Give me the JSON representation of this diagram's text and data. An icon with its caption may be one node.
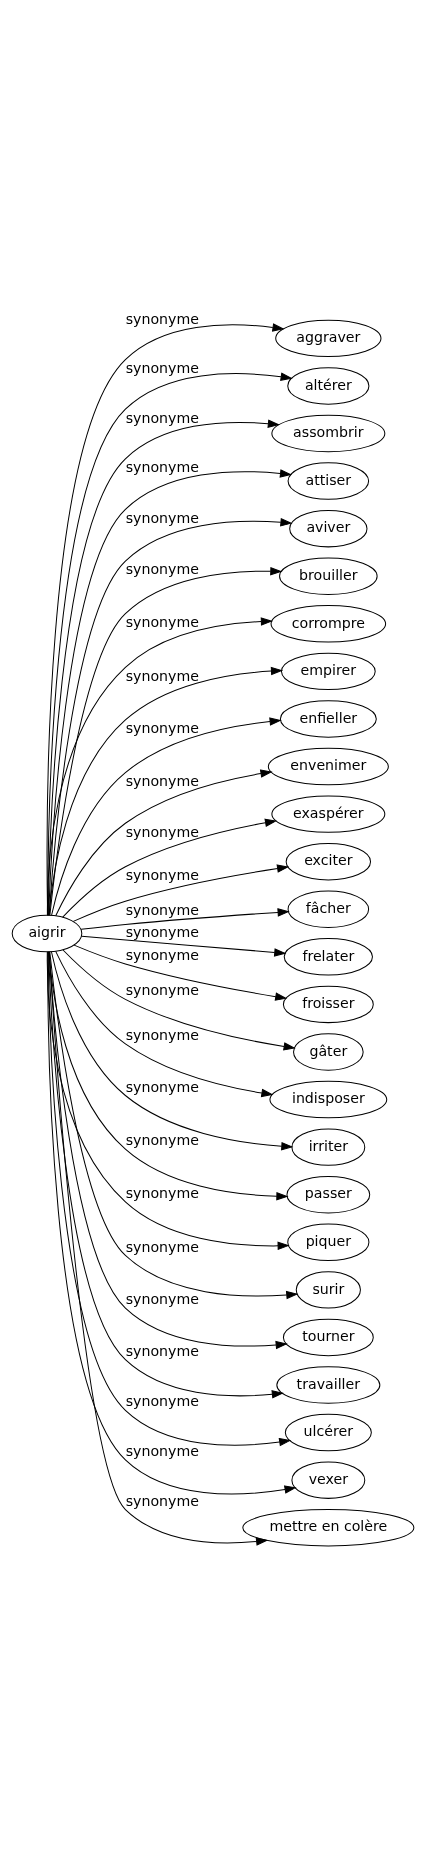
{
  "diagram": {
    "nodes": [
      {
        "text": [
          "aigrir"
        ]
      },
      {
        "text": [
          "aggraver"
        ]
      },
      {
        "text": [
          "altérer"
        ]
      },
      {
        "text": [
          "assombrir"
        ]
      },
      {
        "text": [
          "attiser"
        ]
      },
      {
        "text": [
          "aviver"
        ]
      },
      {
        "text": [
          "brouiller"
        ]
      },
      {
        "text": [
          "corrompre"
        ]
      },
      {
        "text": [
          "empirer"
        ]
      },
      {
        "text": [
          "enfieller"
        ]
      },
      {
        "text": [
          "envenimer"
        ]
      },
      {
        "text": [
          "exaspérer"
        ]
      },
      {
        "text": [
          "exciter"
        ]
      },
      {
        "text": [
          "fâcher"
        ]
      },
      {
        "text": [
          "frelater"
        ]
      },
      {
        "text": [
          "froisser"
        ]
      },
      {
        "text": [
          "gâter"
        ]
      },
      {
        "text": [
          "indisposer"
        ]
      },
      {
        "text": [
          "irriter"
        ]
      },
      {
        "text": [
          "passer"
        ]
      },
      {
        "text": [
          "piquer"
        ]
      },
      {
        "text": [
          "surir"
        ]
      },
      {
        "text": [
          "tourner"
        ]
      },
      {
        "text": [
          "travailler"
        ]
      },
      {
        "text": [
          "ulcérer"
        ]
      },
      {
        "text": [
          "vexer"
        ]
      },
      {
        "text": [
          "mettre en colère"
        ]
      }
    ],
    "edges": [
      {
        "from": 0,
        "to": 1,
        "arrow": "to",
        "label": "synonyme"
      },
      {
        "from": 0,
        "to": 2,
        "arrow": "to",
        "label": "synonyme"
      },
      {
        "from": 0,
        "to": 3,
        "arrow": "to",
        "label": "synonyme"
      },
      {
        "from": 0,
        "to": 4,
        "arrow": "to",
        "label": "synonyme"
      },
      {
        "from": 0,
        "to": 5,
        "arrow": "to",
        "label": "synonyme"
      },
      {
        "from": 0,
        "to": 6,
        "arrow": "to",
        "label": "synonyme"
      },
      {
        "from": 0,
        "to": 7,
        "arrow": "to",
        "label": "synonyme"
      },
      {
        "from": 0,
        "to": 8,
        "arrow": "to",
        "label": "synonyme"
      },
      {
        "from": 0,
        "to": 9,
        "arrow": "to",
        "label": "synonyme"
      },
      {
        "from": 0,
        "to": 10,
        "arrow": "to",
        "label": "synonyme"
      },
      {
        "from": 0,
        "to": 11,
        "arrow": "to",
        "label": "synonyme"
      },
      {
        "from": 0,
        "to": 12,
        "arrow": "to",
        "label": "synonyme"
      },
      {
        "from": 0,
        "to": 13,
        "arrow": "to",
        "label": "synonyme"
      },
      {
        "from": 0,
        "to": 14,
        "arrow": "to",
        "label": "synonyme"
      },
      {
        "from": 0,
        "to": 15,
        "arrow": "to",
        "label": "synonyme"
      },
      {
        "from": 0,
        "to": 16,
        "arrow": "to",
        "label": "synonyme"
      },
      {
        "from": 0,
        "to": 17,
        "arrow": "to",
        "label": "synonyme"
      },
      {
        "from": 0,
        "to": 18,
        "arrow": "to",
        "label": "synonyme"
      },
      {
        "from": 0,
        "to": 19,
        "arrow": "to",
        "label": "synonyme"
      },
      {
        "from": 0,
        "to": 20,
        "arrow": "to",
        "label": "synonyme"
      },
      {
        "from": 0,
        "to": 21,
        "arrow": "to",
        "label": "synonyme"
      },
      {
        "from": 0,
        "to": 22,
        "arrow": "to",
        "label": "synonyme"
      },
      {
        "from": 0,
        "to": 23,
        "arrow": "to",
        "label": "synonyme"
      },
      {
        "from": 0,
        "to": 24,
        "arrow": "to",
        "label": "synonyme"
      },
      {
        "from": 0,
        "to": 25,
        "arrow": "to",
        "label": "synonyme"
      },
      {
        "from": 0,
        "to": 26,
        "arrow": "to",
        "label": "synonyme"
      }
    ]
  }
}
